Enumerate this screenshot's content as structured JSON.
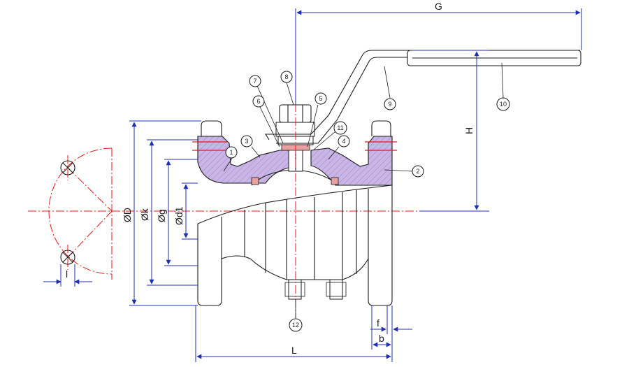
{
  "dimensions": {
    "G": "G",
    "H": "H",
    "D": "ØD",
    "k": "Øk",
    "g": "Øg",
    "d1": "Ød1",
    "l": "l",
    "L": "L",
    "f": "f",
    "b": "b"
  },
  "callouts": {
    "c1": "1",
    "c2": "2",
    "c3": "3",
    "c4": "4",
    "c5": "5",
    "c6": "6",
    "c7": "7",
    "c8": "8",
    "c9": "9",
    "c10": "10",
    "c11": "11",
    "c12": "12"
  },
  "colors": {
    "body_fill": "#c9b6e6",
    "dimension_line": "#1f2fb0",
    "center_line": "#e31b1b",
    "outline": "#1a1a1a"
  }
}
